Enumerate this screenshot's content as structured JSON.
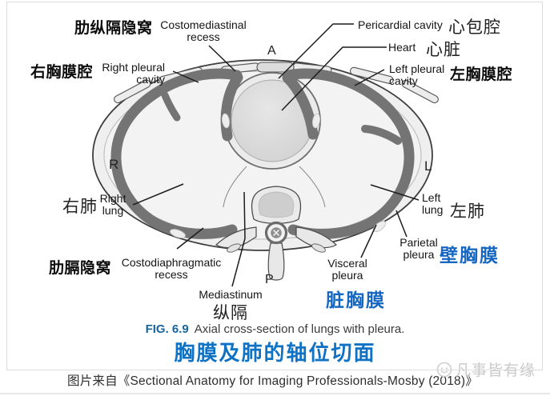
{
  "diagram": {
    "markers": {
      "anterior": "A",
      "posterior": "P",
      "right": "R",
      "left": "L"
    },
    "labels": {
      "costomediastinal_cn": "肋纵隔隐窝",
      "costomediastinal_en": "Costomediastinal\nrecess",
      "right_pleural_cn": "右胸膜腔",
      "right_pleural_en": "Right pleural\ncavity",
      "pericardial_en": "Pericardial cavity",
      "pericardial_cn": "心包腔",
      "heart_en": "Heart",
      "heart_cn": "心脏",
      "left_pleural_en": "Left pleural\ncavity",
      "left_pleural_cn": "左胸膜腔",
      "right_lung_cn": "右肺",
      "right_lung_en": "Right\nlung",
      "left_lung_en": "Left\nlung",
      "left_lung_cn": "左肺",
      "costodiaphragmatic_cn": "肋膈隐窝",
      "costodiaphragmatic_en": "Costodiaphragmatic\nrecess",
      "mediastinum_en": "Mediastinum",
      "mediastinum_cn": "纵隔",
      "visceral_pleura_en": "Visceral\npleura",
      "visceral_pleura_cn": "脏胸膜",
      "parietal_pleura_en": "Parietal\npleura",
      "parietal_pleura_cn": "壁胸膜"
    }
  },
  "caption": {
    "fig_label": "FIG. 6.9",
    "fig_text": "Axial cross-section of lungs with pleura.",
    "cn_title": "胸膜及肺的轴位切面"
  },
  "source_line": "图片来自《Sectional Anatomy for Imaging Professionals-Mosby (2018)》",
  "watermark": {
    "text": "凡事皆有缘"
  },
  "colors": {
    "label_blue": "#1667c2",
    "caption_blue": "#0f72c4",
    "fig_blue": "#17659e",
    "pleura_gray": "#747474",
    "body_fill": "#efefef",
    "watermark_gray": "#c9c9c9"
  }
}
